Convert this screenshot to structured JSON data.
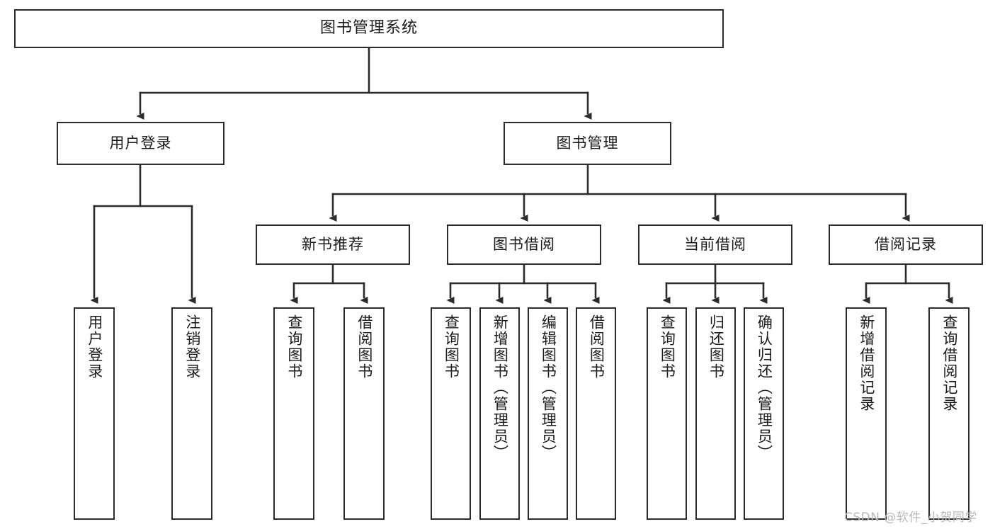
{
  "diagram": {
    "title": "图书管理系统",
    "type": "tree",
    "watermark": "CSDN @软件_小贺同学",
    "colors": {
      "box_border": "#2b2b2b",
      "box_fill": "#ffffff",
      "connector": "#2b2b2b",
      "text": "#1a1a1a",
      "watermark": "#b9b9b9",
      "background": "#ffffff"
    },
    "root": {
      "label": "图书管理系统"
    },
    "level2": [
      {
        "label": "用户登录"
      },
      {
        "label": "图书管理"
      }
    ],
    "level3": [
      {
        "label": "新书推荐"
      },
      {
        "label": "图书借阅"
      },
      {
        "label": "当前借阅"
      },
      {
        "label": "借阅记录"
      }
    ],
    "leaves": {
      "user_login": [
        {
          "label": "用户登录"
        },
        {
          "label": "注销登录"
        }
      ],
      "new_book_recommend": [
        {
          "label": "查询图书"
        },
        {
          "label": "借阅图书"
        }
      ],
      "book_borrow": [
        {
          "label": "查询图书"
        },
        {
          "label": "新增图书（管理员）"
        },
        {
          "label": "编辑图书（管理员）"
        },
        {
          "label": "借阅图书"
        }
      ],
      "current_borrow": [
        {
          "label": "查询图书"
        },
        {
          "label": "归还图书"
        },
        {
          "label": "确认归还（管理员）"
        }
      ],
      "borrow_record": [
        {
          "label": "新增借阅记录"
        },
        {
          "label": "查询借阅记录"
        }
      ]
    }
  }
}
